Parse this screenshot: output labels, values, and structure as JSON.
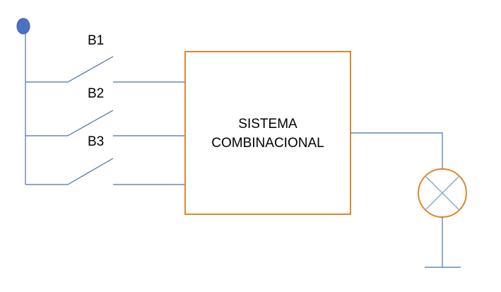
{
  "switches": [
    {
      "label": "B1"
    },
    {
      "label": "B2"
    },
    {
      "label": "B3"
    }
  ],
  "block": {
    "line1": "SISTEMA",
    "line2": "COMBINACIONAL"
  },
  "colors": {
    "wire": "#4a72a8",
    "box_border": "#e0862a",
    "source_node": "#4a72c4",
    "lamp_ring": "#e0862a",
    "lamp_cross": "#8aa8d0"
  },
  "icons": {
    "source": "supply-terminal-icon",
    "lamp": "lamp-icon",
    "ground": "ground-icon"
  }
}
